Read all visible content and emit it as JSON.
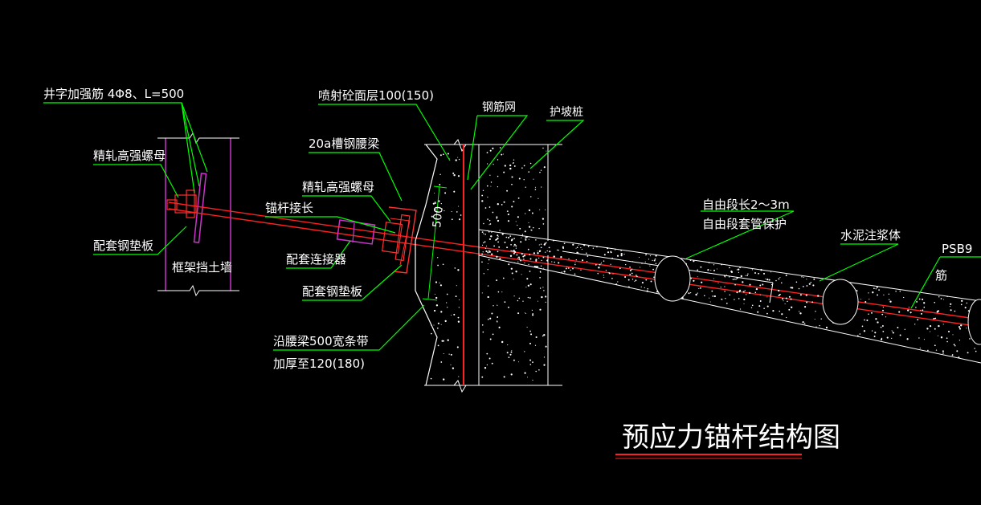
{
  "title": "预应力锚杆结构图",
  "labels": {
    "cross_bar": "井字加强筋 4Φ8、L=500",
    "nut_left": "精轧高强螺母",
    "plate_left": "配套钢垫板",
    "frame_wall": "框架挡土墙",
    "anchor_length": "锚杆接长",
    "coupler": "配套连接器",
    "nut_right": "精轧高强螺母",
    "plate_right": "配套钢垫板",
    "channel_beam": "20a槽钢腰梁",
    "shotcrete": "喷射砼面层100(150)",
    "mesh": "钢筋网",
    "pile": "护坡桩",
    "strip_line1": "沿腰梁500宽条带",
    "strip_line2": "加厚至120(180)",
    "free_len1": "自由段长2～3m",
    "free_len2": "自由段套管保护",
    "grout": "水泥注浆体",
    "psb": "PSB9",
    "jin": "筋",
    "dim_500": "500"
  },
  "colors": {
    "background": "#000000",
    "anchor_rod": "#ff2020",
    "leader": "#00ff00",
    "outline": "#ffffff",
    "wall": "#cc33cc",
    "concrete_dot": "#ffffff"
  }
}
